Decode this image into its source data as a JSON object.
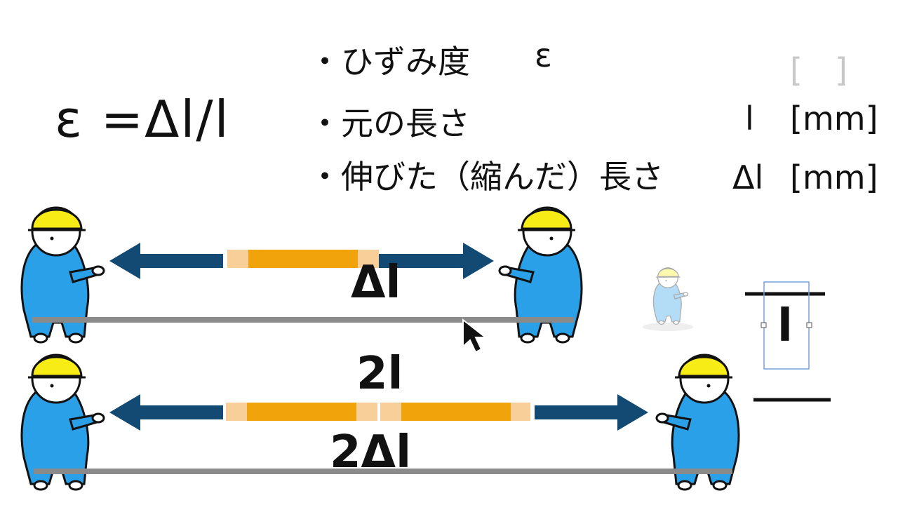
{
  "formula": "ε =Δl/l",
  "bullets": [
    {
      "text": "・ひずみ度",
      "symbol": "ε",
      "unit": "[　]"
    },
    {
      "text": "・元の長さ",
      "symbol": "l",
      "unit": "[mm]"
    },
    {
      "text": "・伸びた（縮んだ）長さ",
      "symbol": "Δl",
      "unit": "[mm]"
    }
  ],
  "top_row": {
    "label": "Δl"
  },
  "bottom_row": {
    "length_label": "2l",
    "delta_label": "2Δl"
  },
  "side": {
    "label": "l"
  },
  "colors": {
    "arrow": "#124a73",
    "bar": "#f0a30a",
    "bar_light": "#f8cf98",
    "ground": "#8a8a8a",
    "worker_body": "#29a0e8",
    "helmet": "#f7ec16"
  }
}
